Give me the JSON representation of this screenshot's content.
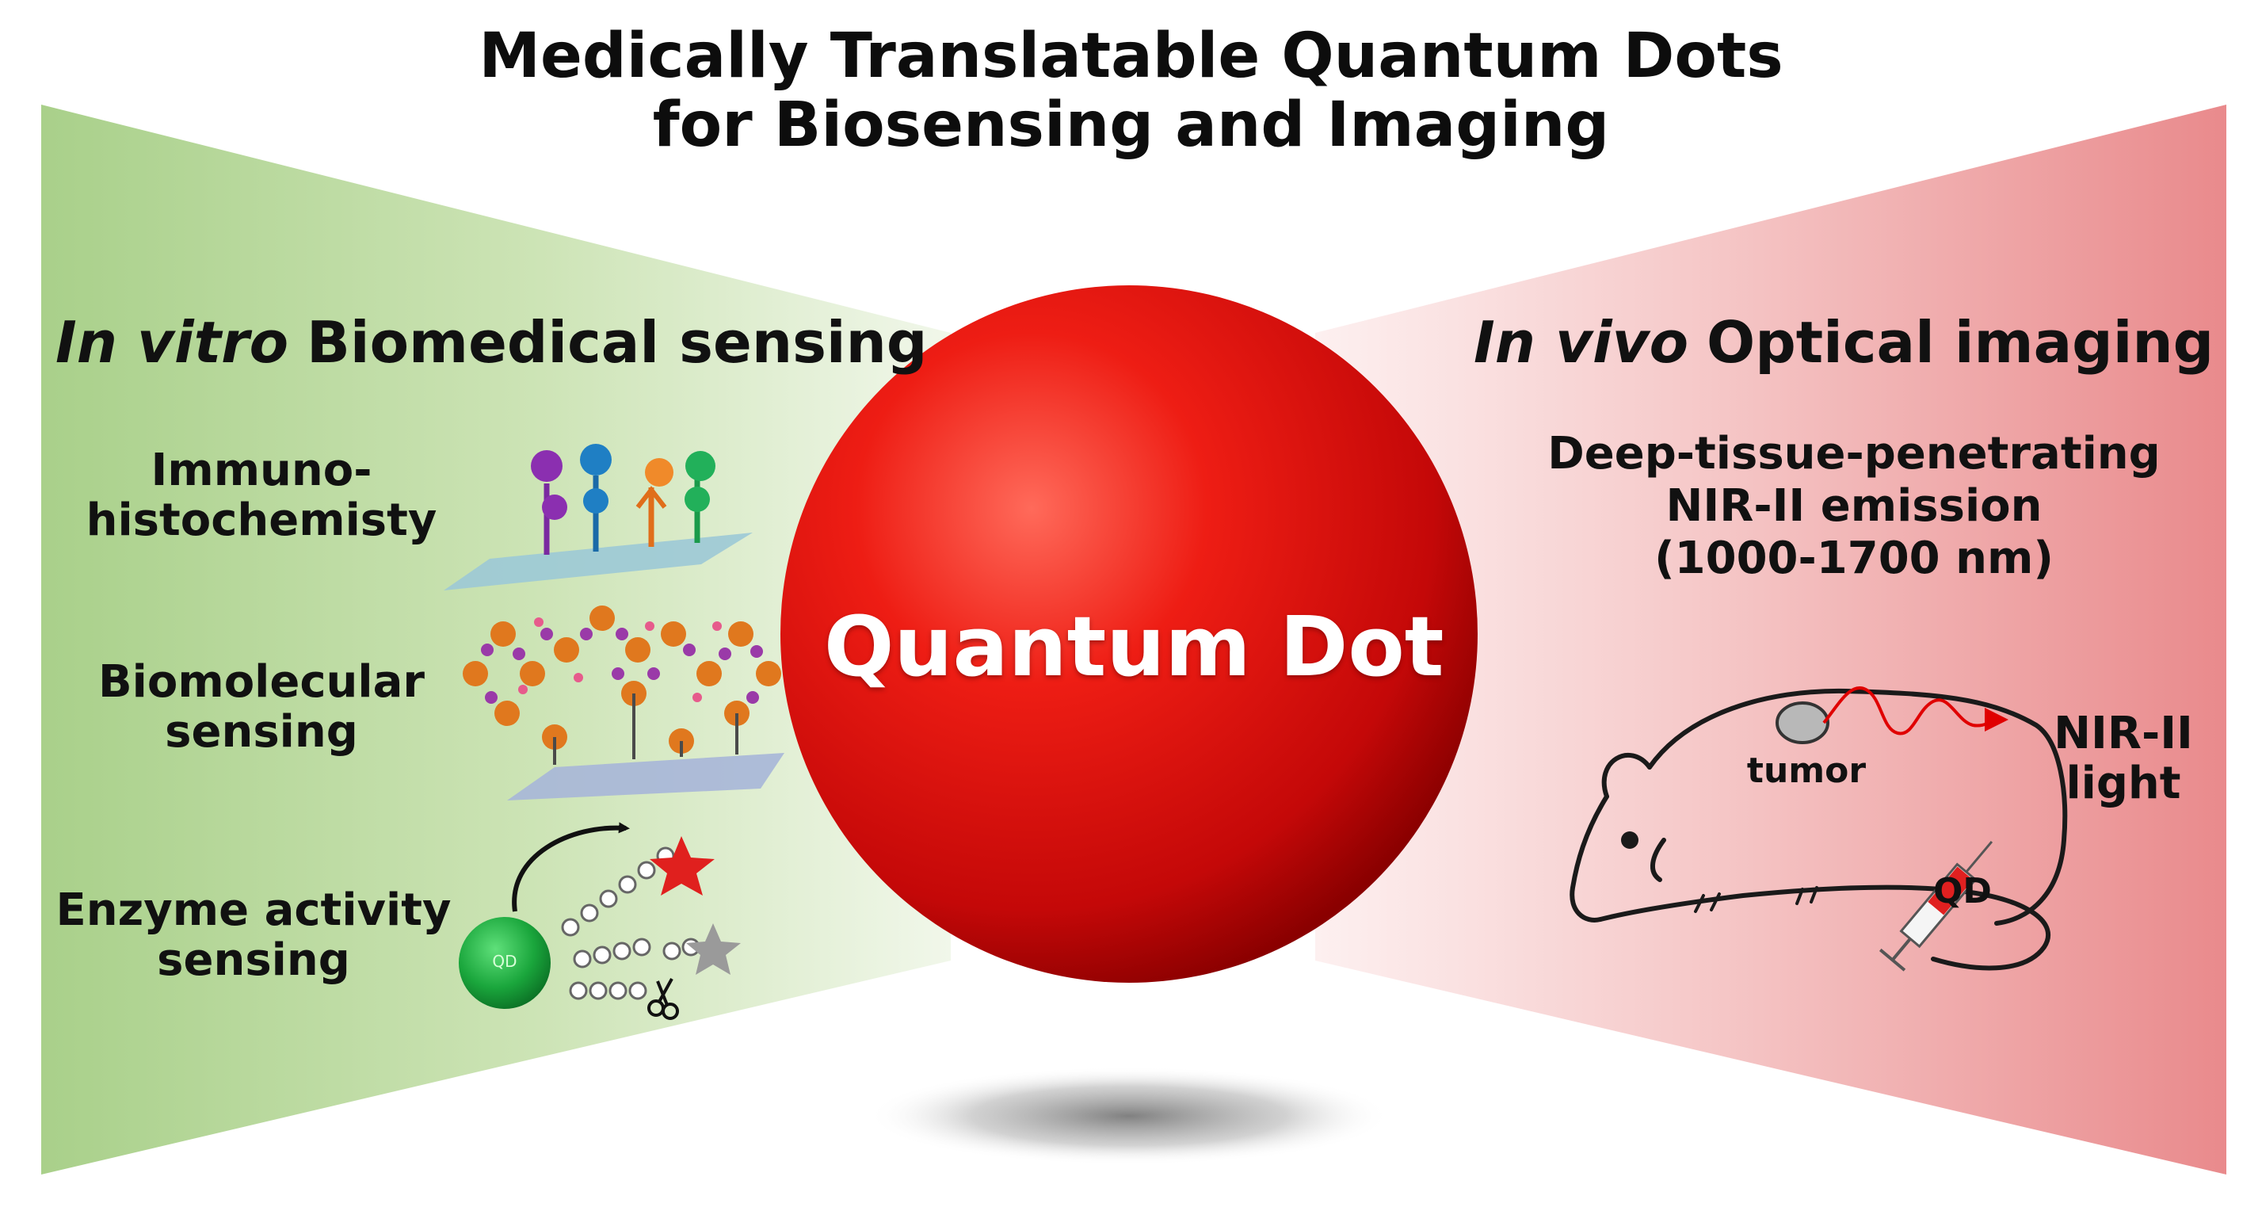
{
  "title": {
    "line1": "Medically Translatable Quantum Dots",
    "line2": "for Biosensing and Imaging"
  },
  "left_panel": {
    "heading_italic": "In vitro",
    "heading_rest": "Biomedical sensing",
    "color": "#a8cf86",
    "items": [
      {
        "line1": "Immuno-",
        "line2": "histochemisty"
      },
      {
        "line1": "Biomolecular",
        "line2": "sensing"
      },
      {
        "line1": "Enzyme activity",
        "line2": "sensing"
      }
    ],
    "bead_label": "QD"
  },
  "center": {
    "label": "Quantum Dot",
    "color": "#e01010"
  },
  "right_panel": {
    "heading_italic": "In vivo",
    "heading_rest": "Optical imaging",
    "color": "#e98d8f",
    "description": {
      "line1": "Deep-tissue-penetrating",
      "line2": "NIR-II emission",
      "line3": "(1000-1700 nm)"
    },
    "tumor_label": "tumor",
    "light_label": {
      "line1": "NIR-II",
      "line2": "light"
    },
    "injection_label": "QD"
  }
}
